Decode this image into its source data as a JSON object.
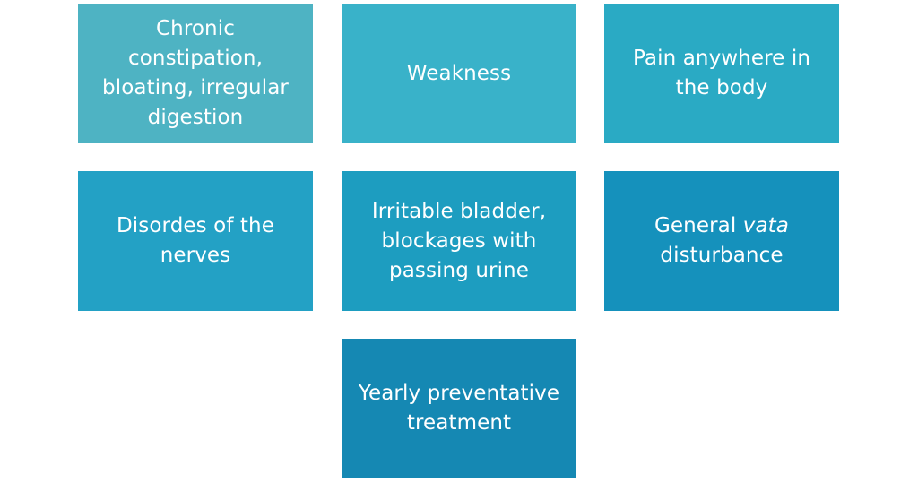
{
  "tiles": [
    {
      "label": "Chronic constipation, bloating, irregular digestion",
      "color": "#4eb3c3"
    },
    {
      "label": "Weakness",
      "color": "#39b2c9"
    },
    {
      "label": "Pain anywhere in the body",
      "color": "#2aaac4"
    },
    {
      "label": "Disordes of the nerves",
      "color": "#23a1c5"
    },
    {
      "label": "Irritable bladder, blockages with passing urine",
      "color": "#1d9dc0"
    },
    {
      "label_before": "General ",
      "label_em": "vata",
      "label_after": " disturbance",
      "color": "#1591bc"
    },
    {
      "label": "Yearly preventative treatment",
      "color": "#1588b3"
    }
  ]
}
